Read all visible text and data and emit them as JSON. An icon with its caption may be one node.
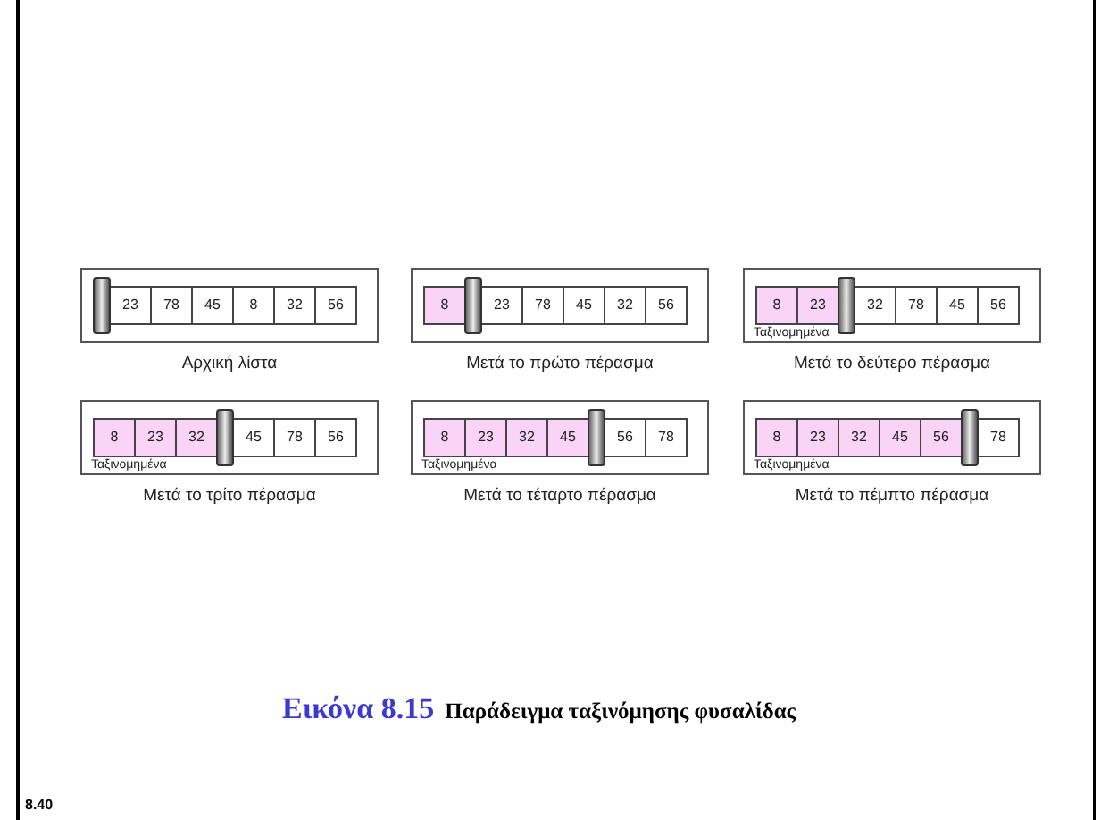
{
  "diagram": {
    "nodes": [
      {
        "text": [],
        "shape": "box",
        "beside": [
          "Αρχική λίστα"
        ]
      },
      {
        "text": [],
        "shape": "bar",
        "in": 0
      },
      {
        "text": [
          "23"
        ],
        "in": 0
      },
      {
        "text": [
          "78"
        ],
        "in": 0
      },
      {
        "text": [
          "45"
        ],
        "in": 0
      },
      {
        "text": [
          "8"
        ],
        "in": 0
      },
      {
        "text": [
          "32"
        ],
        "in": 0
      },
      {
        "text": [
          "56"
        ],
        "in": 0
      },
      {
        "text": [],
        "shape": "box",
        "beside": [
          "Μετά το πρώτο πέρασμα"
        ]
      },
      {
        "text": [
          "8"
        ],
        "in": 8
      },
      {
        "text": [],
        "shape": "bar",
        "in": 8
      },
      {
        "text": [
          "23"
        ],
        "in": 8
      },
      {
        "text": [
          "78"
        ],
        "in": 8
      },
      {
        "text": [
          "45"
        ],
        "in": 8
      },
      {
        "text": [
          "32"
        ],
        "in": 8
      },
      {
        "text": [
          "56"
        ],
        "in": 8
      },
      {
        "text": [
          "Ταξινομημένα"
        ],
        "beside": [
          "Μετά το δεύτερο πέρασμα"
        ]
      },
      {
        "text": [
          "8"
        ],
        "in": 16
      },
      {
        "text": [
          "23"
        ],
        "in": 16
      },
      {
        "text": [],
        "shape": "bar",
        "in": 16
      },
      {
        "text": [
          "32"
        ],
        "in": 16
      },
      {
        "text": [
          "78"
        ],
        "in": 16
      },
      {
        "text": [
          "45"
        ],
        "in": 16
      },
      {
        "text": [
          "56"
        ],
        "in": 16
      },
      {
        "text": [
          "Ταξινομημένα"
        ],
        "beside": [
          "Μετά το τρίτο πέρασμα"
        ]
      },
      {
        "text": [
          "8"
        ],
        "in": 24
      },
      {
        "text": [
          "23"
        ],
        "in": 24
      },
      {
        "text": [
          "32"
        ],
        "in": 24
      },
      {
        "text": [],
        "shape": "bar",
        "in": 24
      },
      {
        "text": [
          "45"
        ],
        "in": 24
      },
      {
        "text": [
          "78"
        ],
        "in": 24
      },
      {
        "text": [
          "56"
        ],
        "in": 24
      },
      {
        "text": [
          "Ταξινομημένα"
        ],
        "beside": [
          "Μετά το τέταρτο πέρασμα"
        ]
      },
      {
        "text": [
          "8"
        ],
        "in": 32
      },
      {
        "text": [
          "23"
        ],
        "in": 32
      },
      {
        "text": [
          "32"
        ],
        "in": 32
      },
      {
        "text": [
          "45"
        ],
        "in": 32
      },
      {
        "text": [],
        "shape": "bar",
        "in": 32
      },
      {
        "text": [
          "56"
        ],
        "in": 32
      },
      {
        "text": [
          "78"
        ],
        "in": 32
      },
      {
        "text": [
          "Ταξινομημένα"
        ],
        "beside": [
          "Μετά το πέμπτο πέρασμα"
        ]
      },
      {
        "text": [
          "8"
        ],
        "in": 40
      },
      {
        "text": [
          "23"
        ],
        "in": 40
      },
      {
        "text": [
          "32"
        ],
        "in": 40
      },
      {
        "text": [
          "45"
        ],
        "in": 40
      },
      {
        "text": [
          "56"
        ],
        "in": 40
      },
      {
        "text": [],
        "shape": "bar",
        "in": 40
      },
      {
        "text": [
          "78"
        ],
        "in": 40
      }
    ],
    "labels": [
      "Εικόνα 8.15",
      "Παράδειγμα ταξινόμησης φυσαλίδας",
      "8.40"
    ]
  }
}
